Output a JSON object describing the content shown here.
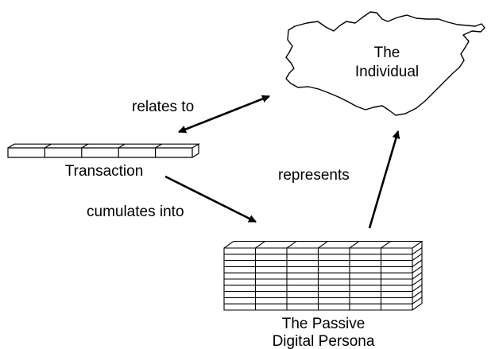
{
  "nodes": {
    "individual": {
      "line1": "The",
      "line2": "Individual"
    },
    "transaction": {
      "label": "Transaction"
    },
    "persona": {
      "line1": "The Passive",
      "line2": "Digital Persona"
    }
  },
  "edges": {
    "relates_to": "relates to",
    "cumulates_into": "cumulates into",
    "represents": "represents"
  },
  "colors": {
    "ink": "#000000",
    "background": "#ffffff"
  }
}
